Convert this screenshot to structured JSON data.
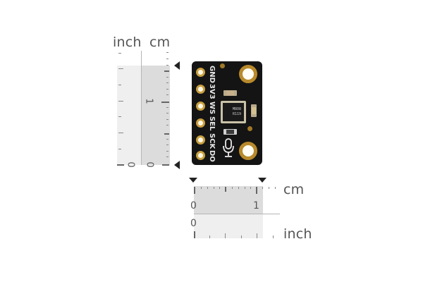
{
  "scale": {
    "vertical": {
      "unit_left": "inch",
      "unit_right": "cm",
      "inch_zero": "0",
      "cm_zero": "0",
      "cm_one": "1"
    },
    "horizontal": {
      "unit_top": "cm",
      "unit_bottom": "inch",
      "cm_zero": "0",
      "cm_one": "1",
      "inch_zero": "0"
    }
  },
  "board": {
    "pins": [
      "GND",
      "3V3",
      "WS",
      "SEL",
      "SCK",
      "DO"
    ],
    "chip_marking": [
      "M8O8",
      "R119"
    ],
    "icon": "microphone-icon",
    "colors": {
      "pcb": "#141414",
      "gold": "#c8a040",
      "silkscreen": "#e8e8e8"
    }
  }
}
